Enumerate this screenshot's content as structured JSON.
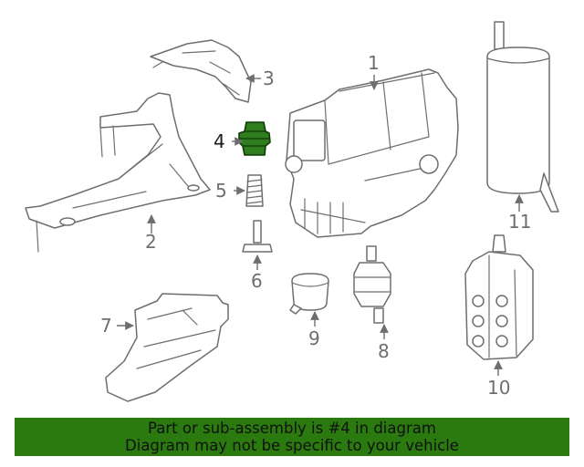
{
  "callouts": {
    "c1": "1",
    "c2": "2",
    "c3": "3",
    "c4": "4",
    "c5": "5",
    "c6": "6",
    "c7": "7",
    "c8": "8",
    "c9": "9",
    "c10": "10",
    "c11": "11"
  },
  "banner": {
    "line1": "Part or sub-assembly is #4 in diagram",
    "line2": "Diagram may not be specific to your vehicle"
  },
  "colors": {
    "highlight": "#2f7d1e",
    "banner_bg": "#2a7a0f",
    "line": "#6e6e6e"
  }
}
